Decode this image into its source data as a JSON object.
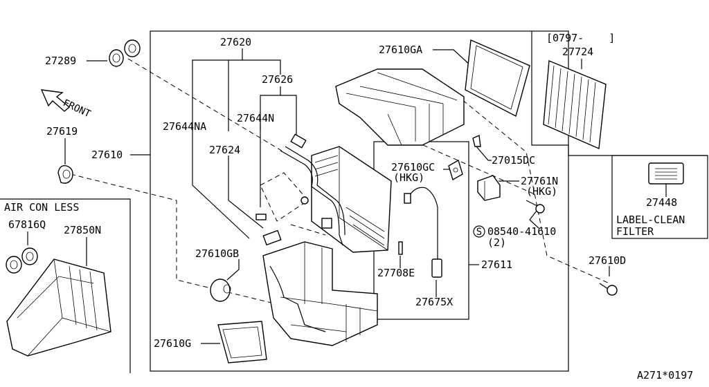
{
  "labels": {
    "p27620": "27620",
    "p27626": "27626",
    "p27644NA": "27644NA",
    "p27644N": "27644N",
    "p27624": "27624",
    "p27289": "27289",
    "front": "FRONT",
    "p27619": "27619",
    "p27610": "27610",
    "p27610GA": "27610GA",
    "date_code": "[0797-    ]",
    "p27724": "27724",
    "p27015DC": "27015DC",
    "p27610GC": "27610GC",
    "hkg1": "(HKG)",
    "p27761N": "27761N",
    "hkg2": "(HKG)",
    "bolt_code": "08540-41610",
    "bolt_qty": "(2)",
    "bolt_symbol": "S",
    "p27448": "27448",
    "label_clean": "LABEL-CLEAN",
    "filter": "FILTER",
    "air_con_less": "AIR CON LESS",
    "p67816Q": "67816Q",
    "p27850N": "27850N",
    "p27610GB": "27610GB",
    "p27708E": "27708E",
    "p27611": "27611",
    "p27675X": "27675X",
    "p27610G": "27610G",
    "p27610D": "27610D",
    "footer_code": "A271*0197"
  },
  "icons": [
    "front-arrow-icon",
    "label-card-icon",
    "circled-s-icon"
  ]
}
